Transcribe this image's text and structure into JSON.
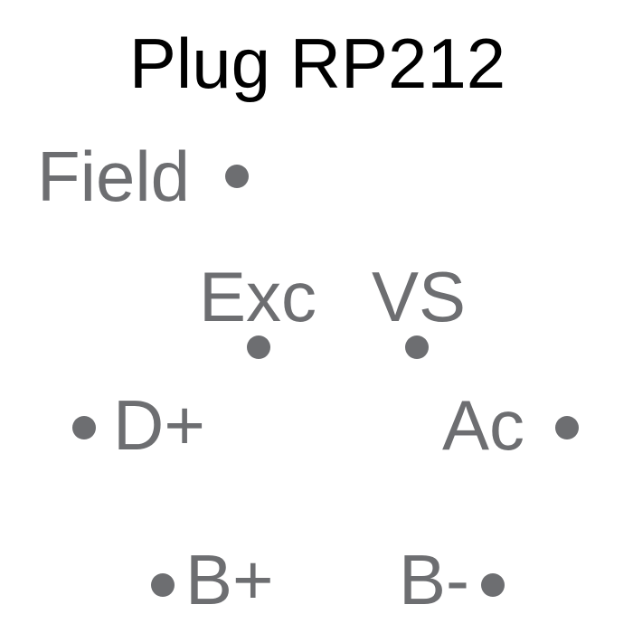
{
  "title": "Plug RP212",
  "colors": {
    "title": "#000000",
    "label": "#6d6e71"
  },
  "pins": [
    {
      "label": "Field"
    },
    {
      "label": "Exc"
    },
    {
      "label": "VS"
    },
    {
      "label": "D+"
    },
    {
      "label": "Ac"
    },
    {
      "label": "B+"
    },
    {
      "label": "B-"
    }
  ]
}
